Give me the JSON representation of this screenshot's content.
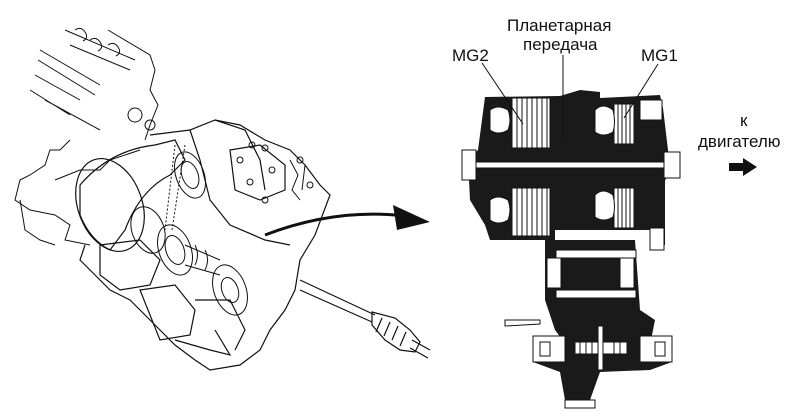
{
  "diagram": {
    "labels": {
      "mg2": "MG2",
      "planetary_line1": "Планетарная",
      "planetary_line2": "передача",
      "mg1": "MG1",
      "to_engine_line1": "к",
      "to_engine_line2": "двигателю"
    },
    "colors": {
      "ink": "#111111",
      "background": "#ffffff"
    }
  }
}
